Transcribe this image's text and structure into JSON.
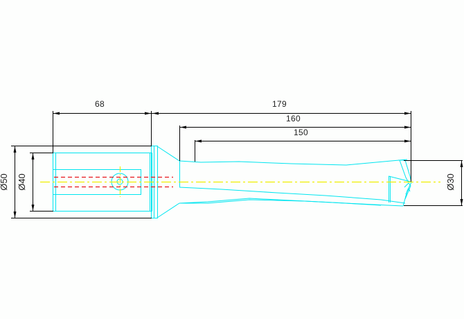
{
  "drawing": {
    "title": "",
    "dimensions": {
      "flange_length": "68",
      "overall_length": "179",
      "body_length": "160",
      "flute_length": "150",
      "flange_diameter": "Ø50",
      "shank_diameter": "Ø40",
      "tip_diameter": "Ø30"
    },
    "colors": {
      "background": "#fdfefd",
      "geometry": "#00e5f0",
      "dimension": "#000000",
      "centerline": "#f0f000",
      "hidden_line": "#e8161c"
    }
  }
}
